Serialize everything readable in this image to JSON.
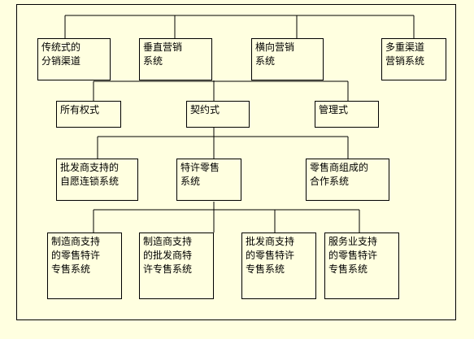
{
  "level1": [
    {
      "id": "traditional",
      "label": "传统式的\n分销渠道"
    },
    {
      "id": "vertical",
      "label": "垂直营销\n系统"
    },
    {
      "id": "horizontal",
      "label": "横向营销\n系统"
    },
    {
      "id": "multichannel",
      "label": "多重渠道\n营销系统"
    }
  ],
  "level2": [
    {
      "id": "ownership",
      "label": "所有权式"
    },
    {
      "id": "contractual",
      "label": "契约式"
    },
    {
      "id": "managed",
      "label": "管理式"
    }
  ],
  "level3": [
    {
      "id": "wholesaler-voluntary",
      "label": "批发商支持的\n自愿连锁系统"
    },
    {
      "id": "franchise",
      "label": "特许零售\n系统"
    },
    {
      "id": "retailer-coop",
      "label": "零售商组成的\n合作系统"
    }
  ],
  "level4": [
    {
      "id": "manufacturer-retail",
      "label": "制造商支持\n的零售特许\n专售系统"
    },
    {
      "id": "manufacturer-wholesale",
      "label": "制造商支持\n的批发商特\n许专售系统"
    },
    {
      "id": "wholesaler-retail",
      "label": "批发商支持\n的零售特许\n专售系统"
    },
    {
      "id": "service-retail",
      "label": "服务业支持\n的零售特许\n专售系统"
    }
  ]
}
